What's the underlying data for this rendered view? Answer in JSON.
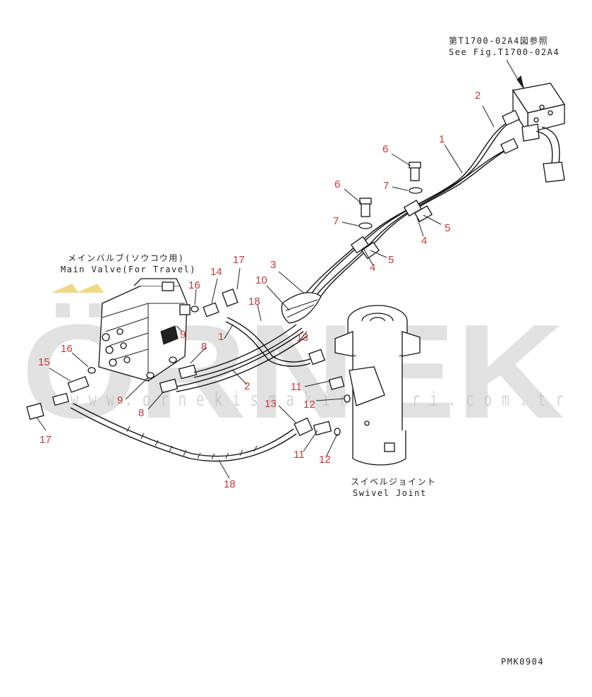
{
  "notes": {
    "see_fig_jp": "第T1700-02A4図参照",
    "see_fig_en": "See Fig.T1700-02A4",
    "main_valve_jp": "メインバルブ(ソウコウ用)",
    "main_valve_en": "Main Valve(For Travel)",
    "swivel_jp": "スイベルジョイント",
    "swivel_en": "Swivel Joint",
    "drawing_code": "PMK0904"
  },
  "watermark": {
    "brand": "ÖRNEK",
    "url": "w w w . o r n e k i s m a k i n a l a r i . c o m . t r"
  },
  "callouts": [
    {
      "id": "c-2a",
      "label": "2"
    },
    {
      "id": "c-1a",
      "label": "1"
    },
    {
      "id": "c-6a",
      "label": "6"
    },
    {
      "id": "c-7a",
      "label": "7"
    },
    {
      "id": "c-6b",
      "label": "6"
    },
    {
      "id": "c-7b",
      "label": "7"
    },
    {
      "id": "c-5a",
      "label": "5"
    },
    {
      "id": "c-4a",
      "label": "4"
    },
    {
      "id": "c-5b",
      "label": "5"
    },
    {
      "id": "c-4b",
      "label": "4"
    },
    {
      "id": "c-3",
      "label": "3"
    },
    {
      "id": "c-17a",
      "label": "17"
    },
    {
      "id": "c-14",
      "label": "14"
    },
    {
      "id": "c-10",
      "label": "10"
    },
    {
      "id": "c-16a",
      "label": "16"
    },
    {
      "id": "c-18a",
      "label": "18"
    },
    {
      "id": "c-1b",
      "label": "1"
    },
    {
      "id": "c-9a",
      "label": "9"
    },
    {
      "id": "c-13a",
      "label": "13"
    },
    {
      "id": "c-8a",
      "label": "8"
    },
    {
      "id": "c-16b",
      "label": "16"
    },
    {
      "id": "c-15",
      "label": "15"
    },
    {
      "id": "c-2b",
      "label": "2"
    },
    {
      "id": "c-11a",
      "label": "11"
    },
    {
      "id": "c-9b",
      "label": "9"
    },
    {
      "id": "c-8b",
      "label": "8"
    },
    {
      "id": "c-12a",
      "label": "12"
    },
    {
      "id": "c-13b",
      "label": "13"
    },
    {
      "id": "c-17b",
      "label": "17"
    },
    {
      "id": "c-11b",
      "label": "11"
    },
    {
      "id": "c-12b",
      "label": "12"
    },
    {
      "id": "c-18b",
      "label": "18"
    }
  ]
}
